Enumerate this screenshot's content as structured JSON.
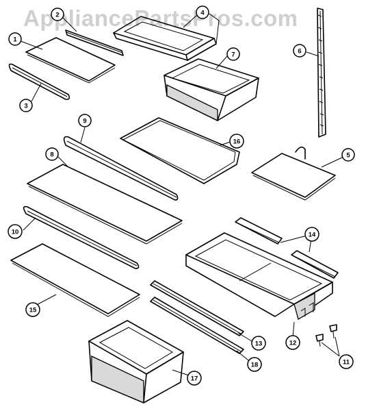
{
  "watermark": "AppliancePartsPros.com",
  "callouts": [
    {
      "id": "c1",
      "label": "1"
    },
    {
      "id": "c2",
      "label": "2"
    },
    {
      "id": "c3",
      "label": "3"
    },
    {
      "id": "c4",
      "label": "4"
    },
    {
      "id": "c5",
      "label": "5"
    },
    {
      "id": "c6",
      "label": "6"
    },
    {
      "id": "c7",
      "label": "7"
    },
    {
      "id": "c8",
      "label": "8"
    },
    {
      "id": "c9",
      "label": "9"
    },
    {
      "id": "c10",
      "label": "10"
    },
    {
      "id": "c11",
      "label": "11"
    },
    {
      "id": "c12",
      "label": "12"
    },
    {
      "id": "c13",
      "label": "13"
    },
    {
      "id": "c14",
      "label": "14"
    },
    {
      "id": "c15",
      "label": "15"
    },
    {
      "id": "c16",
      "label": "16"
    },
    {
      "id": "c17",
      "label": "17"
    },
    {
      "id": "c18",
      "label": "18"
    }
  ]
}
